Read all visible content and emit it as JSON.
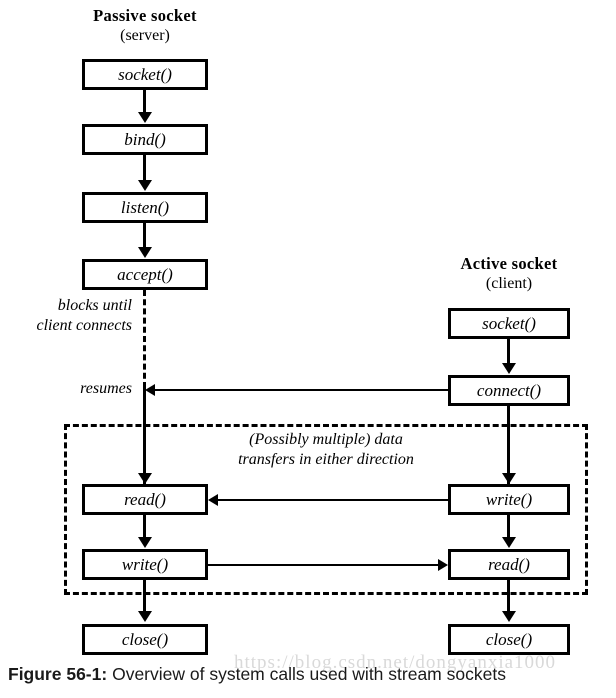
{
  "figure": {
    "caption_label": "Figure 56-1:",
    "caption_text": "Overview of system calls used with stream sockets",
    "watermark": "https://blog.csdn.net/dongyanxia1000"
  },
  "server": {
    "title": "Passive socket",
    "subtitle": "(server)",
    "steps": [
      {
        "label": "socket()"
      },
      {
        "label": "bind()"
      },
      {
        "label": "listen()"
      },
      {
        "label": "accept()"
      },
      {
        "label": "read()"
      },
      {
        "label": "write()"
      },
      {
        "label": "close()"
      }
    ],
    "blocking_note": "blocks until\nclient connects",
    "resume_note": "resumes"
  },
  "client": {
    "title": "Active socket",
    "subtitle": "(client)",
    "steps": [
      {
        "label": "socket()"
      },
      {
        "label": "connect()"
      },
      {
        "label": "write()"
      },
      {
        "label": "read()"
      },
      {
        "label": "close()"
      }
    ]
  },
  "data_region": {
    "note": "(Possibly multiple) data\ntransfers in either direction"
  }
}
